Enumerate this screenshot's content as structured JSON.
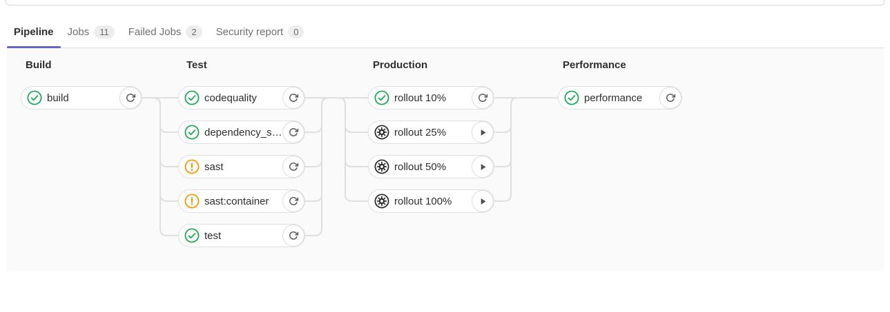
{
  "tabs": [
    {
      "label": "Pipeline",
      "badge": null,
      "active": true
    },
    {
      "label": "Jobs",
      "badge": "11",
      "active": false
    },
    {
      "label": "Failed Jobs",
      "badge": "2",
      "active": false
    },
    {
      "label": "Security report",
      "badge": "0",
      "active": false
    }
  ],
  "stages": [
    {
      "title": "Build",
      "jobs": [
        {
          "name": "build",
          "status": "success",
          "action": "retry"
        }
      ]
    },
    {
      "title": "Test",
      "jobs": [
        {
          "name": "codequality",
          "status": "success",
          "action": "retry"
        },
        {
          "name": "dependency_s…",
          "status": "success",
          "action": "retry"
        },
        {
          "name": "sast",
          "status": "warning",
          "action": "retry"
        },
        {
          "name": "sast:container",
          "status": "warning",
          "action": "retry"
        },
        {
          "name": "test",
          "status": "success",
          "action": "retry"
        }
      ]
    },
    {
      "title": "Production",
      "jobs": [
        {
          "name": "rollout 10%",
          "status": "success",
          "action": "retry"
        },
        {
          "name": "rollout 25%",
          "status": "manual",
          "action": "play"
        },
        {
          "name": "rollout 50%",
          "status": "manual",
          "action": "play"
        },
        {
          "name": "rollout 100%",
          "status": "manual",
          "action": "play"
        }
      ]
    },
    {
      "title": "Performance",
      "jobs": [
        {
          "name": "performance",
          "status": "success",
          "action": "retry"
        }
      ]
    }
  ],
  "icons": {
    "success": "check-circle",
    "warning": "exclamation-circle",
    "manual": "gear-circle",
    "retry": "circular-arrow",
    "play": "triangle-right"
  },
  "colors": {
    "success": "#1aaa55",
    "warning": "#fc9403",
    "manual": "#2e2e2e",
    "accent": "#6666c4",
    "connector": "#dfdfdf",
    "panel_bg": "#fafafa"
  }
}
